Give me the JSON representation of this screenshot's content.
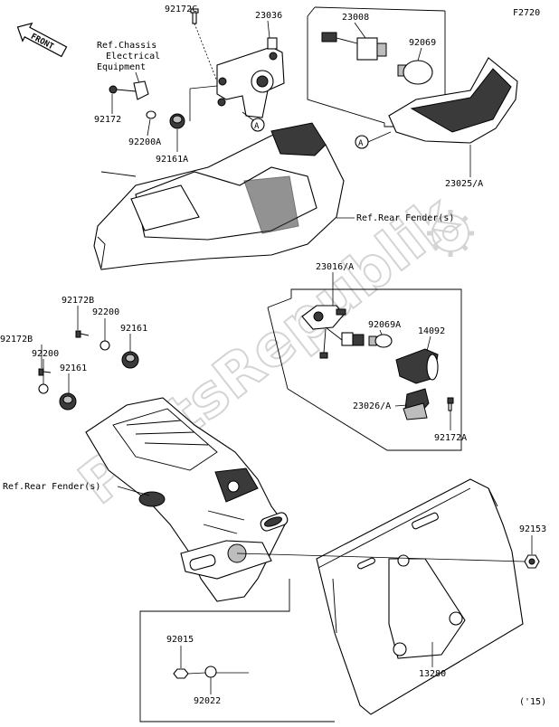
{
  "figure_code": "F2720",
  "front_arrow_label": "FRONT",
  "watermark_text": "PartsRepublik",
  "callout_marker": "A",
  "references": {
    "chassis_line1": "Ref.Chassis",
    "chassis_line2": "Electrical",
    "chassis_line3": "Equipment",
    "rear_fender_top": "Ref.Rear Fender(s)",
    "rear_fender_bottom": "Ref.Rear Fender(s)"
  },
  "parts": {
    "p92172C": "92172C",
    "p23036": "23036",
    "p23008": "23008",
    "p92069": "92069",
    "p92172": "92172",
    "p92200A": "92200A",
    "p92161A": "92161A",
    "p23025A": "23025/A",
    "p23016A": "23016/A",
    "p92172B_1": "92172B",
    "p92200_1": "92200",
    "p92161_1": "92161",
    "p92172B_2": "92172B",
    "p92200_2": "92200",
    "p92161_2": "92161",
    "p92069A": "92069A",
    "p14092": "14092",
    "p23026A": "23026/A",
    "p92172A": "92172A",
    "p92153": "92153",
    "p92015": "92015",
    "p92022": "92022",
    "p13280": "13280"
  },
  "year_note": "('15)",
  "colors": {
    "line": "#000000",
    "watermark": "#d4d4d4",
    "fill_dark": "#3a3a3a",
    "fill_grey": "#bdbdbd"
  }
}
